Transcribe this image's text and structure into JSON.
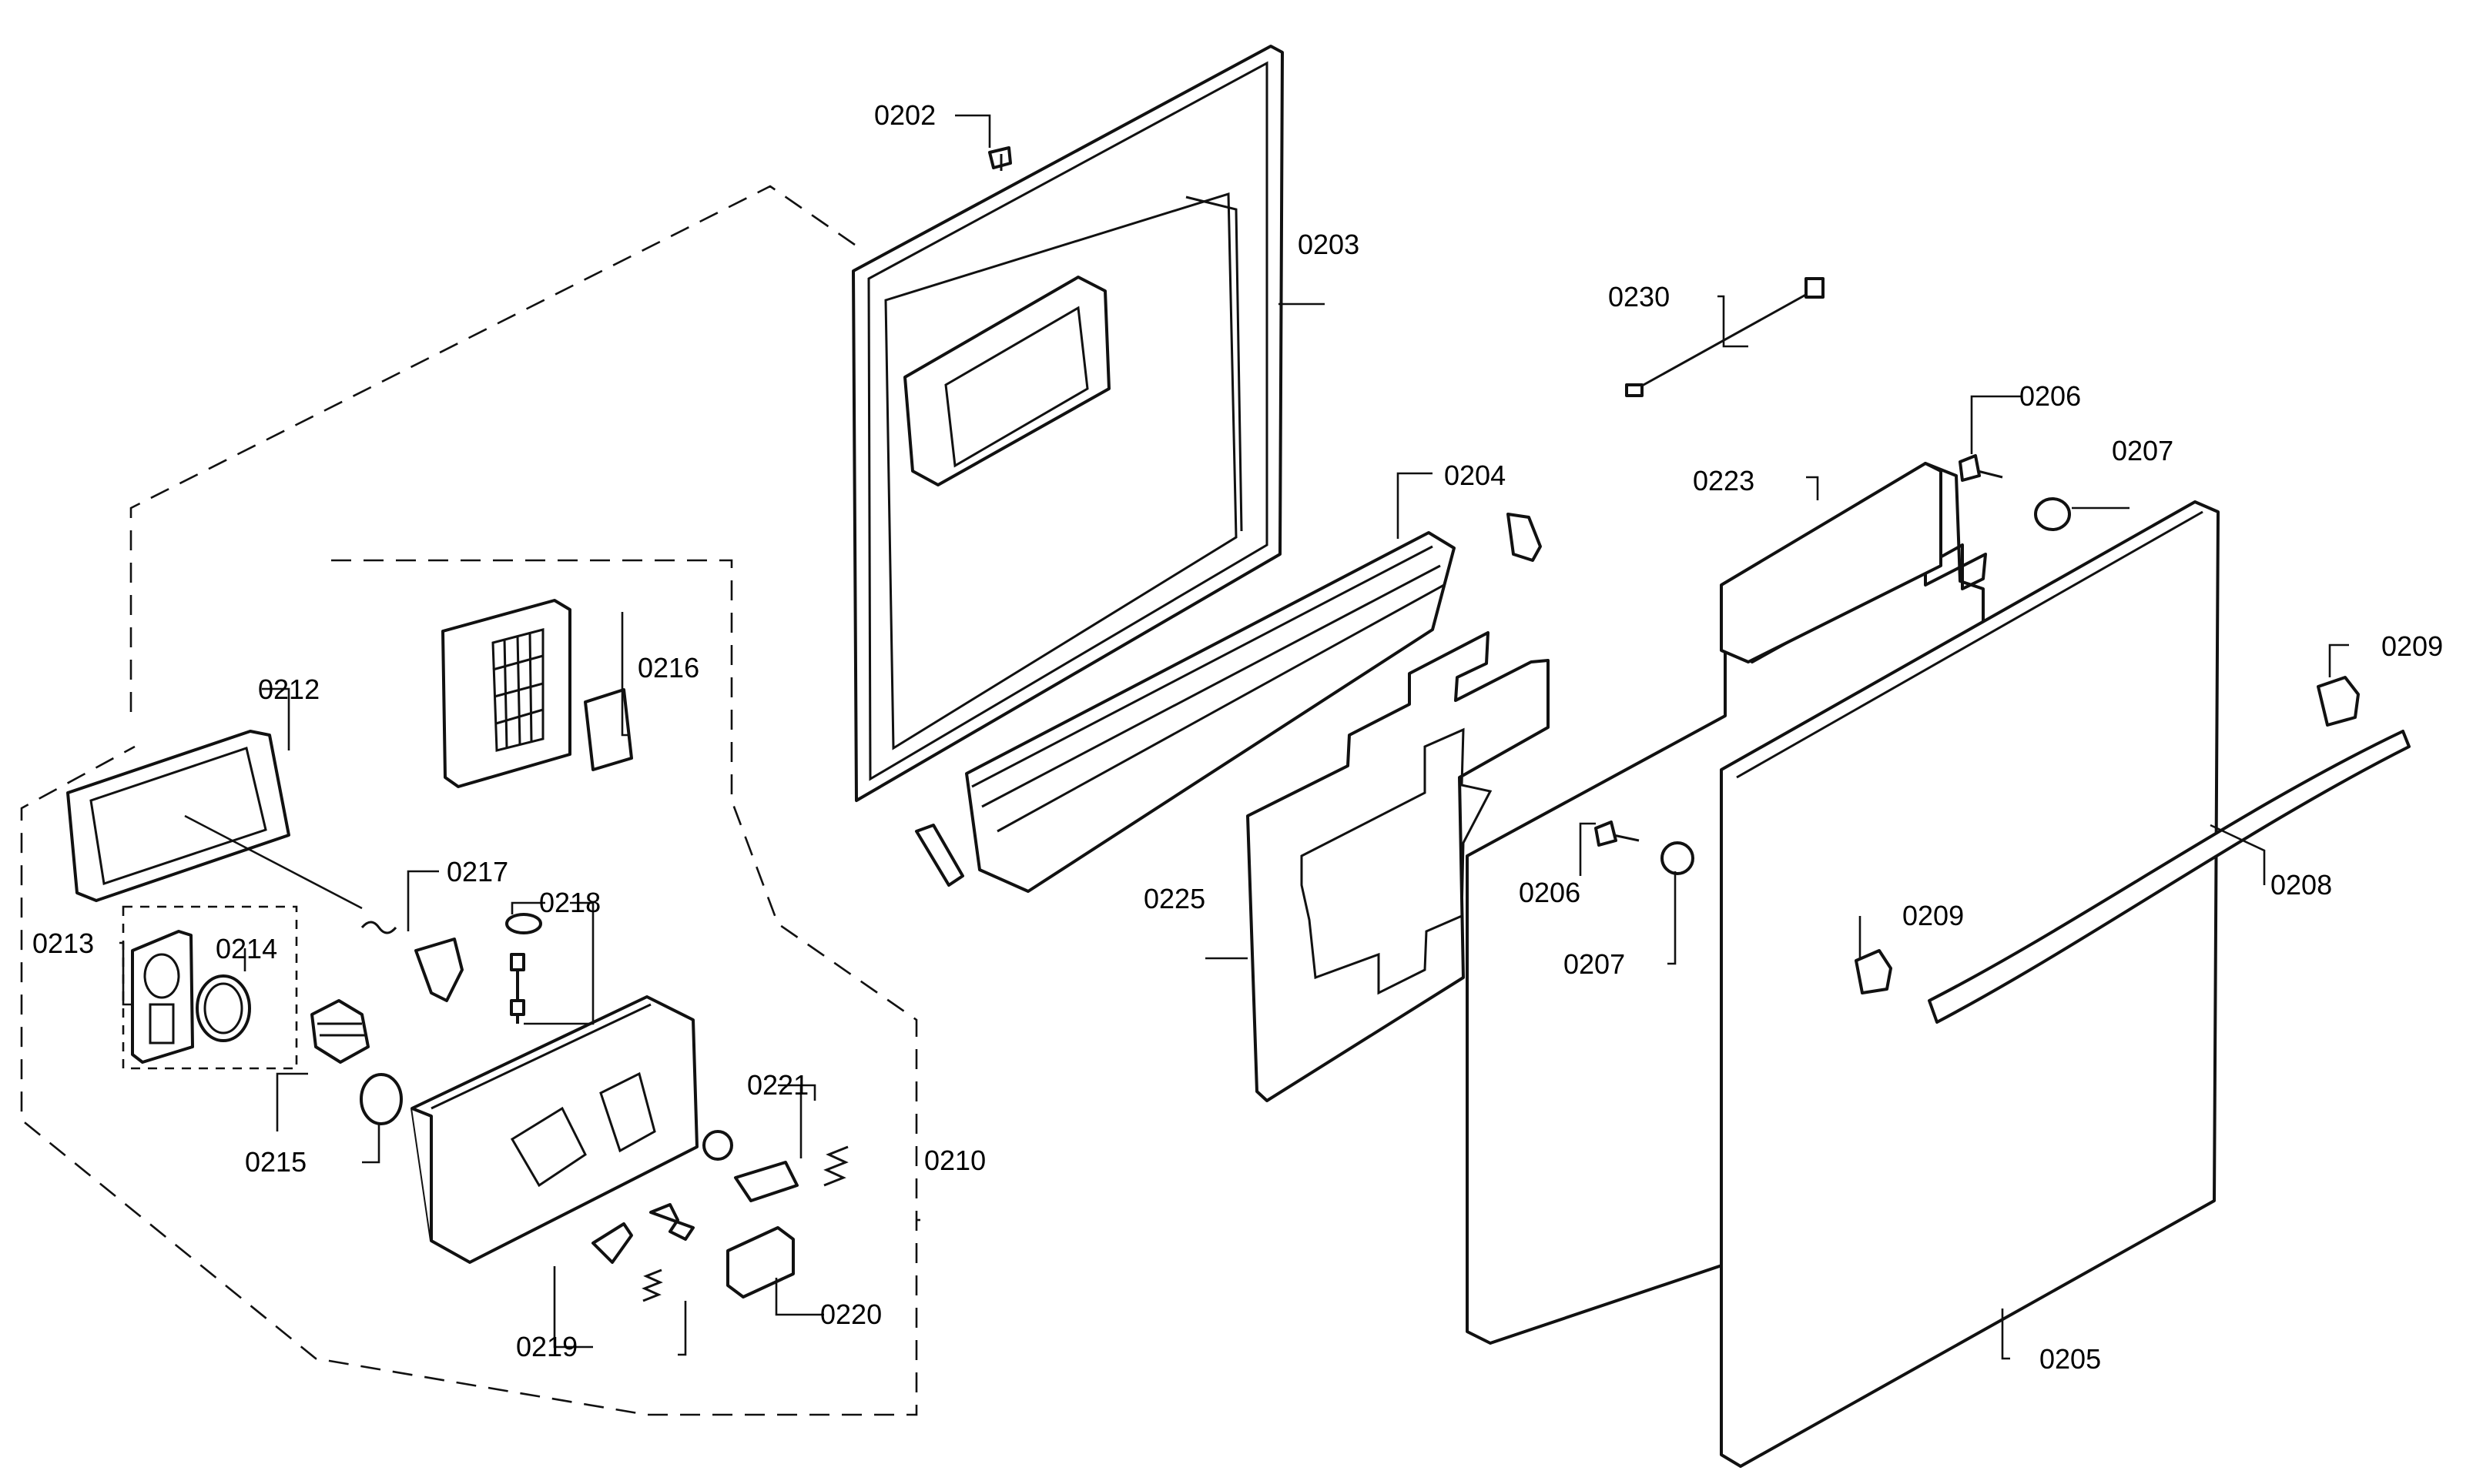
{
  "labels": {
    "p0202": "0202",
    "p0203": "0203",
    "p0230": "0230",
    "p0204": "0204",
    "p0206a": "0206",
    "p0207a": "0207",
    "p0223": "0223",
    "p0209a": "0209",
    "p0212": "0212",
    "p0216": "0216",
    "p0217": "0217",
    "p0218": "0218",
    "p0213": "0213",
    "p0214": "0214",
    "p0215": "0215",
    "p0221": "0221",
    "p0210": "0210",
    "p0219": "0219",
    "p0220": "0220",
    "p0225": "0225",
    "p0206b": "0206",
    "p0207b": "0207",
    "p0209b": "0209",
    "p0208": "0208",
    "p0205": "0205"
  },
  "colors": {
    "line": "#111111",
    "background": "#ffffff"
  }
}
